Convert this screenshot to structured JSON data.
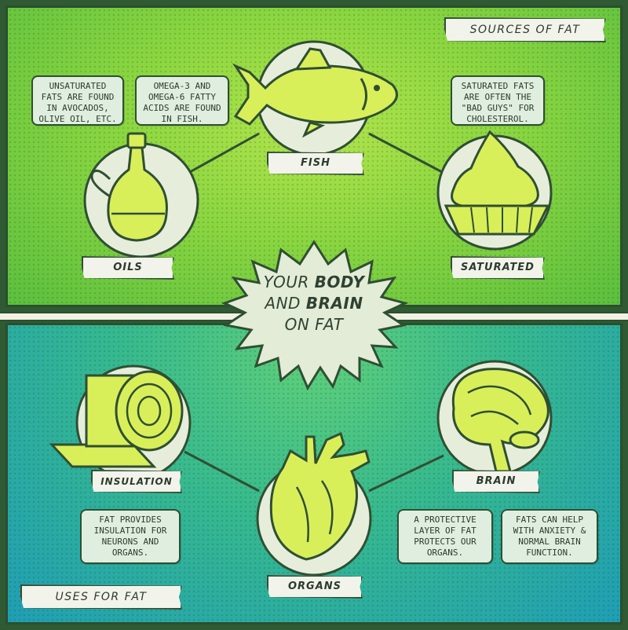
{
  "sections": {
    "sources_label": "SOURCES OF FAT",
    "uses_label": "USES FOR FAT"
  },
  "title": {
    "line1_a": "YOUR ",
    "line1_b": "BODY",
    "line2_a": "AND ",
    "line2_b": "BRAIN",
    "line3": "ON FAT"
  },
  "sources": {
    "fish": {
      "label": "FISH",
      "note": "OMEGA-3 AND OMEGA-6 FATTY ACIDS ARE FOUND IN FISH.",
      "icon": "fish-icon"
    },
    "oils": {
      "label": "OILS",
      "note": "UNSATURATED FATS ARE FOUND IN AVOCADOS, OLIVE OIL, ETC.",
      "icon": "oil-bottle-icon"
    },
    "saturated": {
      "label": "SATURATED",
      "note": "SATURATED FATS ARE OFTEN THE \"BAD GUYS\" FOR CHOLESTEROL.",
      "icon": "cupcake-icon"
    }
  },
  "uses": {
    "insulation": {
      "label": "INSULATION",
      "note": "FAT PROVIDES INSULATION FOR NEURONS AND ORGANS.",
      "icon": "insulation-roll-icon"
    },
    "organs": {
      "label": "ORGANS",
      "note": "A PROTECTIVE LAYER OF FAT PROTECTS OUR ORGANS.",
      "icon": "heart-icon"
    },
    "brain": {
      "label": "BRAIN",
      "note": "FATS CAN HELP WITH ANXIETY & NORMAL BRAIN FUNCTION.",
      "icon": "brain-icon"
    }
  },
  "colors": {
    "top_bg": "#8bd640",
    "bottom_bg": "#36b98f",
    "icon_fill": "#d9ef5a",
    "ink": "#2f4f33",
    "circle_fill": "#e6eedb"
  }
}
